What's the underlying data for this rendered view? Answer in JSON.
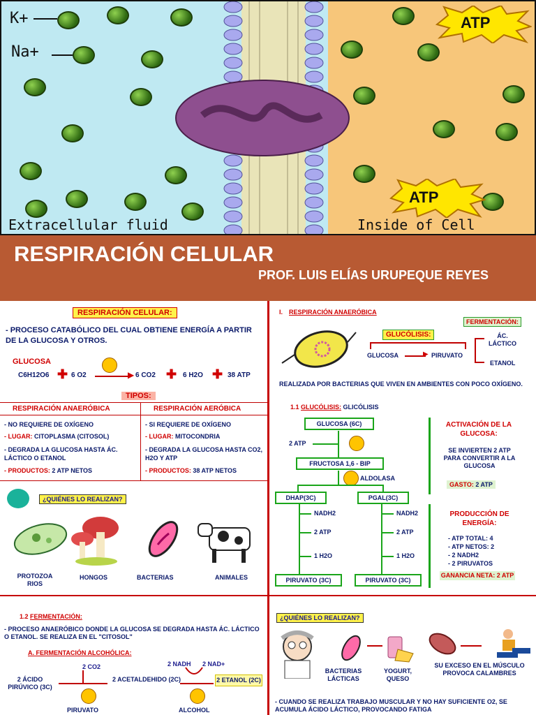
{
  "header": {
    "ion_k": "K+",
    "ion_na": "Na+",
    "atp_top": "ATP",
    "atp_bottom": "ATP",
    "extracellular": "Extracellular fluid",
    "inside": "Inside of Cell"
  },
  "title": {
    "main": "RESPIRACIÓN CELULAR",
    "author": "PROF. LUIS ELÍAS URUPEQUE REYES"
  },
  "left": {
    "box_title": "RESPIRACIÓN CELULAR:",
    "definition": "- PROCESO CATABÓLICO DEL CUAL OBTIENE ENERGÍA A PARTIR DE LA GLUCOSA Y OTROS.",
    "glucosa": "GLUCOSA",
    "formula": "C6H12O6",
    "o2": "6 O2",
    "co2": "6 CO2",
    "h2o": "6 H2O",
    "atp": "38 ATP",
    "tipos": "TIPOS:",
    "anaerobica_head": "RESPIRACIÓN ANAERÓBICA",
    "aerobica_head": "RESPIRACIÓN AERÓBICA",
    "an1": "- NO REQUIERE DE OXÍGENO",
    "an2_label": "- LUGAR:",
    "an2_val": "CITOPLASMA (CITOSOL)",
    "an3": "- DEGRADA LA GLUCOSA HASTA ÁC. LÁCTICO O ETANOL",
    "an4_label": "- PRODUCTOS:",
    "an4_val": "2 ATP NETOS",
    "ae1": "- SI REQUIERE DE OXÍGENO",
    "ae2_label": "- LUGAR:",
    "ae2_val": "MITOCONDRIA",
    "ae3": "- DEGRADA LA GLUCOSA HASTA CO2, H2O Y ATP",
    "ae4_label": "- PRODUCTOS:",
    "ae4_val": "38 ATP NETOS",
    "quienes": "¿QUIÉNES LO REALIZAN?",
    "org1": "PROTOZOA RIOS",
    "org2": "HONGOS",
    "org3": "BACTERIAS",
    "org4": "ANIMALES"
  },
  "right": {
    "section_num": "I.",
    "section": "RESPIRACIÓN ANAERÓBICA",
    "fermentacion": "FERMENTACIÓN:",
    "glucolisis": "GLUCÓLISIS:",
    "acido": "ÁC. LÁCTICO",
    "glucosa": "GLUCOSA",
    "piruvato": "PIRUVATO",
    "etanol": "ETANOL",
    "bacterias": "REALIZADA POR BACTERIAS QUE VIVEN EN AMBIENTES CON POCO OXÍGENO.",
    "sub_num": "1.1",
    "sub_title": "GLUCÓLISIS:",
    "sub_title2": "GLICÓLISIS",
    "g6c": "GLUCOSA (6C)",
    "atp2": "2 ATP",
    "fructosa": "FRUCTOSA 1,6 - BIP",
    "aldolasa": "ALDOLASA",
    "dhap": "DHAP(3C)",
    "pgal": "PGAL(3C)",
    "nadh2": "NADH2",
    "atp_s": "2 ATP",
    "h2o": "1 H2O",
    "piruvato3c": "PIRUVATO (3C)",
    "act_title": "ACTIVACIÓN DE LA GLUCOSA:",
    "act_text": "SE INVIERTEN 2 ATP PARA CONVERTIR A LA GLUCOSA",
    "gasto_label": "GASTO:",
    "gasto_val": "2 ATP",
    "prod_title": "PRODUCCIÓN DE ENERGÍA:",
    "prod1": "- ATP TOTAL: 4",
    "prod2": "- ATP NETOS: 2",
    "prod3": "- 2 NADH2",
    "prod4": "- 2 PIRUVATOS",
    "ganancia": "GANANCIA NETA: 2 ATP"
  },
  "bottom_left": {
    "num": "1.2",
    "title": "FERMENTACIÓN:",
    "text": "- PROCESO ANAERÓBICO DONDE LA GLUCOSA SE DEGRADA HASTA ÁC. LÁCTICO O ETANOL. SE REALIZA EN EL \"CITOSOL\"",
    "sub": "A. FERMENTACIÓN ALCOHÓLICA:",
    "co2": "2 CO2",
    "nadh": "2 NADH",
    "nad": "2 NAD+",
    "acido": "2 ÁCIDO PIRÚVICO (3C)",
    "acet": "2 ACETALDEHIDO (2C)",
    "etanol": "2 ETANOL (2C)",
    "piruvato": "PIRUVATO",
    "alcohol": "ALCOHOL"
  },
  "bottom_right": {
    "quienes": "¿QUIÉNES LO REALIZAN?",
    "bact": "BACTERIAS LÁCTICAS",
    "yogurt": "YOGURT, QUESO",
    "exceso": "SU EXCESO EN EL MÚSCULO PROVOCA CALAMBRES",
    "texto": "- CUANDO SE REALIZA TRABAJO MUSCULAR Y NO HAY SUFICIENTE O2, SE ACUMULA ÁCIDO LÁCTICO, PROVOCANDO FATIGA"
  }
}
